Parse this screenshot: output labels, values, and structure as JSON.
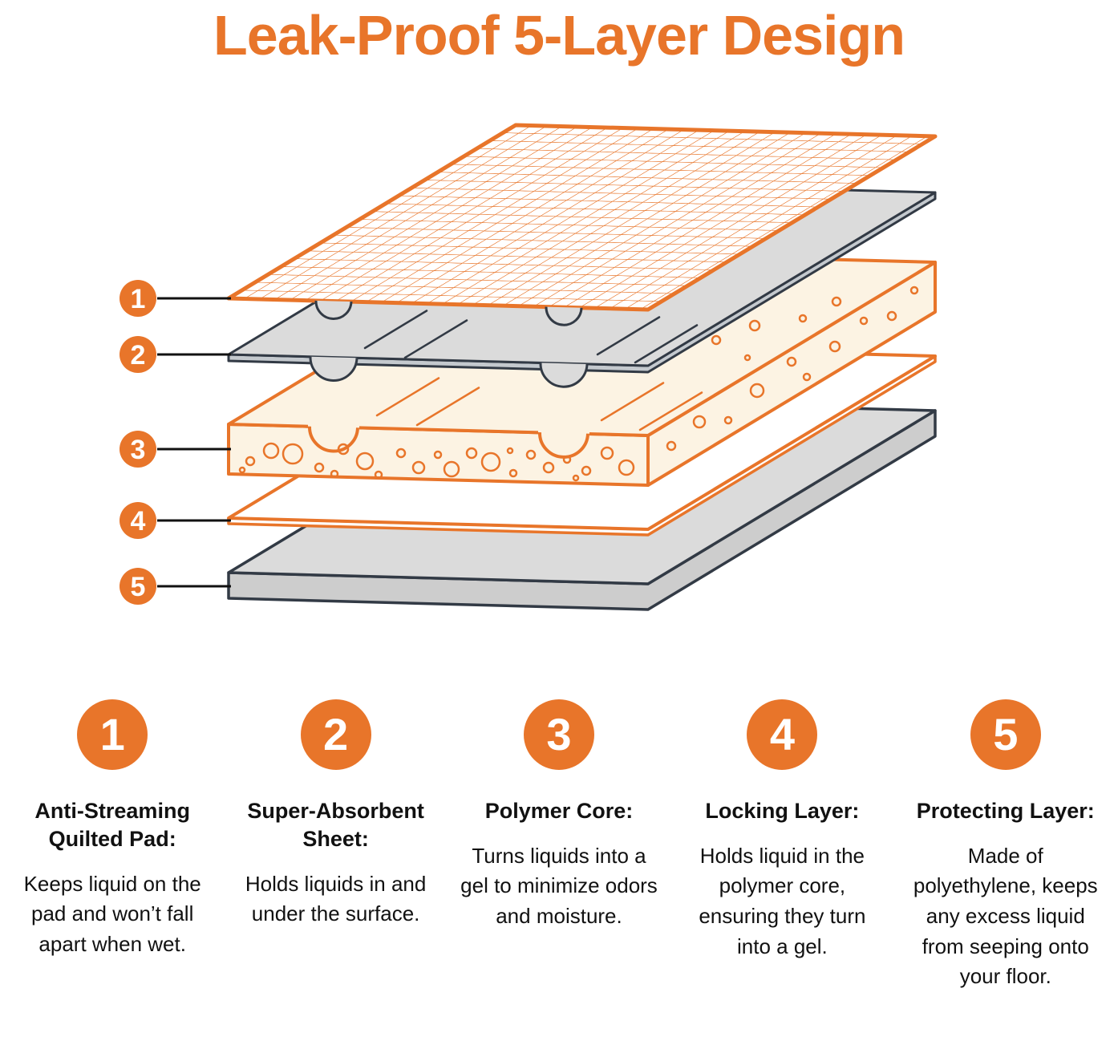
{
  "title": "Leak-Proof 5-Layer Design",
  "colors": {
    "accent_orange": "#E8752A",
    "outline_dark": "#323A45",
    "layer_gray": "#DBDBDB",
    "core_cream": "#FCF3E3",
    "text": "#111111",
    "background": "#FFFFFF"
  },
  "diagram": {
    "callouts": [
      {
        "number": "1",
        "layer": "anti-streaming-quilted-pad"
      },
      {
        "number": "2",
        "layer": "super-absorbent-sheet"
      },
      {
        "number": "3",
        "layer": "polymer-core"
      },
      {
        "number": "4",
        "layer": "locking-layer"
      },
      {
        "number": "5",
        "layer": "protecting-layer"
      }
    ]
  },
  "legend": {
    "items": [
      {
        "number": "1",
        "heading": "Anti-Streaming Quilted Pad:",
        "body": "Keeps liquid on the pad and won’t fall apart when wet."
      },
      {
        "number": "2",
        "heading": "Super-Absorbent Sheet:",
        "body": "Holds liquids in and under the surface."
      },
      {
        "number": "3",
        "heading": "Polymer Core:",
        "body": "Turns liquids into a gel to minimize odors and moisture."
      },
      {
        "number": "4",
        "heading": "Locking Layer:",
        "body": "Holds liquid in the polymer core, ensuring they turn into a gel."
      },
      {
        "number": "5",
        "heading": "Protecting Layer:",
        "body": "Made of polyethylene, keeps any excess liquid from seeping onto your floor."
      }
    ]
  }
}
